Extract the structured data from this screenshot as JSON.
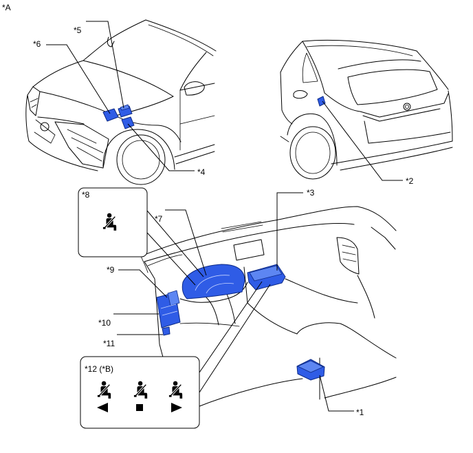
{
  "view_label": "*A",
  "callouts": {
    "c1": "*1",
    "c2": "*2",
    "c3": "*3",
    "c4": "*4",
    "c5": "*5",
    "c6": "*6",
    "c7": "*7",
    "c8": "*8",
    "c9": "*9",
    "c10": "*10",
    "c11": "*11",
    "c12": "*12 (*B)"
  },
  "inset_8": {
    "icon": "seatbelt-icon"
  },
  "inset_12": {
    "icons": [
      "seatbelt-icon",
      "seatbelt-icon",
      "seatbelt-icon"
    ],
    "indicators": [
      "left-arrow-icon",
      "square-icon",
      "right-arrow-icon"
    ]
  },
  "colors": {
    "component_fill": "#2f5ce6",
    "component_stroke": "#0d2a86",
    "line": "#000000",
    "background": "#ffffff"
  }
}
